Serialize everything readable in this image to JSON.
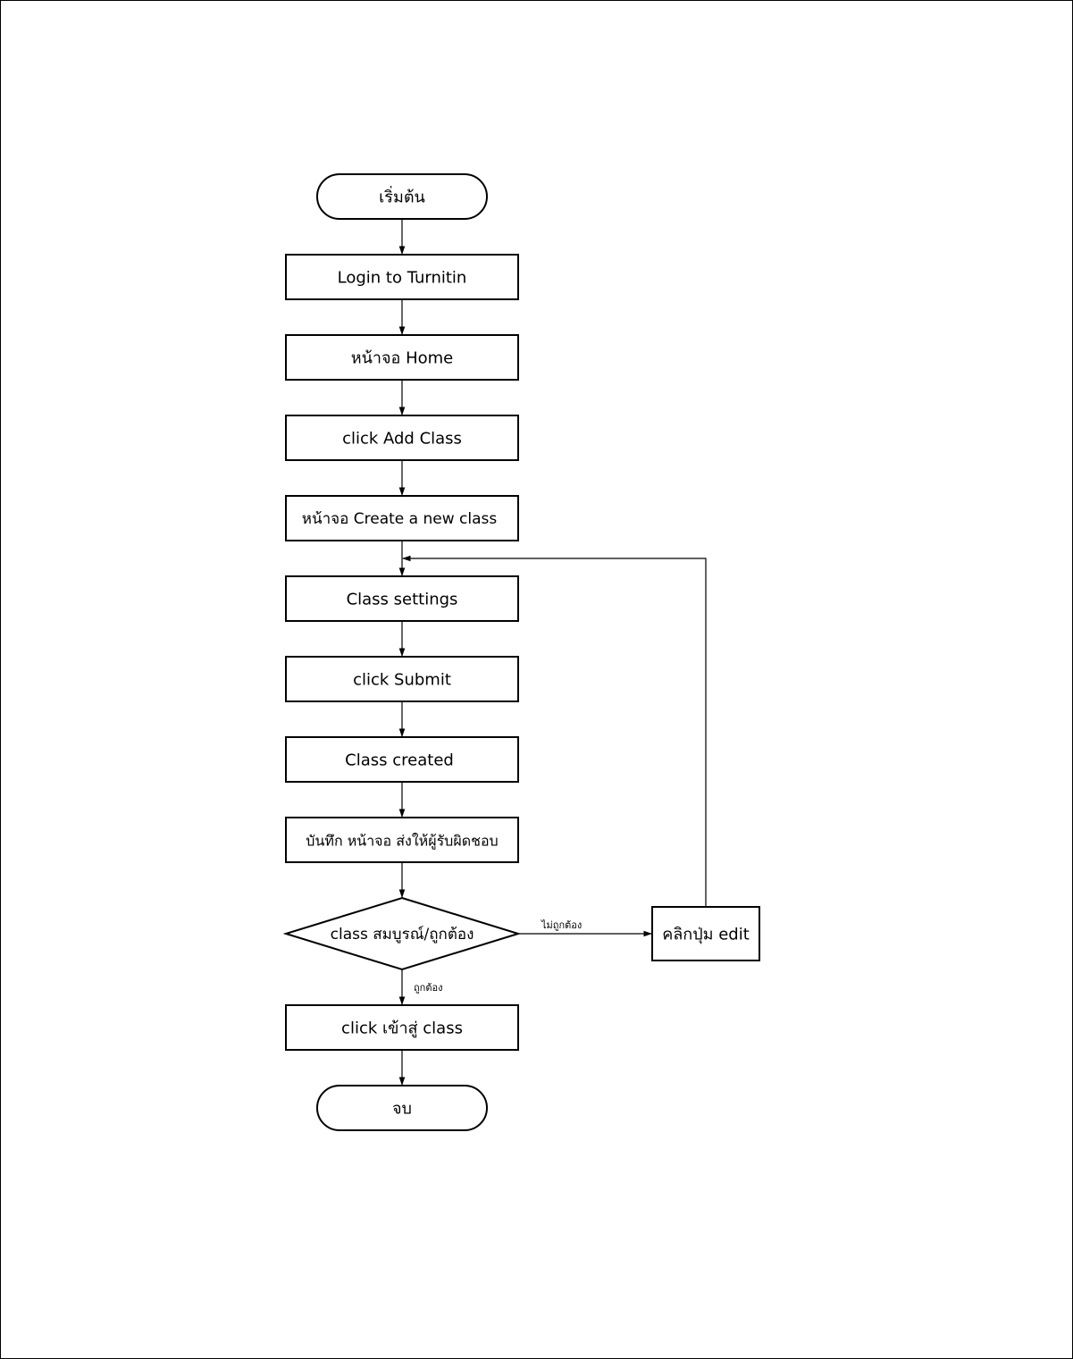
{
  "diagram": {
    "type": "flowchart",
    "nodes": [
      {
        "id": "start",
        "shape": "terminator",
        "label": "เริ่มต้น"
      },
      {
        "id": "login",
        "shape": "process",
        "label": "Login to Turnitin"
      },
      {
        "id": "home",
        "shape": "process",
        "label": "หน้าจอ Home"
      },
      {
        "id": "add_class",
        "shape": "process",
        "label": "click Add Class"
      },
      {
        "id": "create_class",
        "shape": "process",
        "label": "หน้าจอ Create a new class"
      },
      {
        "id": "settings",
        "shape": "process",
        "label": "Class settings"
      },
      {
        "id": "submit",
        "shape": "process",
        "label": "click Submit"
      },
      {
        "id": "created",
        "shape": "process",
        "label": "Class created"
      },
      {
        "id": "record",
        "shape": "process",
        "label": "บันทึก หน้าจอ ส่งให้ผู้รับผิดชอบ"
      },
      {
        "id": "check",
        "shape": "decision",
        "label": "class สมบูรณ์/ถูกต้อง"
      },
      {
        "id": "edit",
        "shape": "process",
        "label": "คลิกปุ่ม edit"
      },
      {
        "id": "enter",
        "shape": "process",
        "label": "click เข้าสู่ class"
      },
      {
        "id": "end",
        "shape": "terminator",
        "label": "จบ"
      }
    ],
    "edges": [
      {
        "from": "start",
        "to": "login",
        "label": ""
      },
      {
        "from": "login",
        "to": "home",
        "label": ""
      },
      {
        "from": "home",
        "to": "add_class",
        "label": ""
      },
      {
        "from": "add_class",
        "to": "create_class",
        "label": ""
      },
      {
        "from": "create_class",
        "to": "settings",
        "label": ""
      },
      {
        "from": "settings",
        "to": "submit",
        "label": ""
      },
      {
        "from": "submit",
        "to": "created",
        "label": ""
      },
      {
        "from": "created",
        "to": "record",
        "label": ""
      },
      {
        "from": "record",
        "to": "check",
        "label": ""
      },
      {
        "from": "check",
        "to": "edit",
        "label": "ไม่ถูกต้อง"
      },
      {
        "from": "check",
        "to": "enter",
        "label": "ถูกต้อง"
      },
      {
        "from": "edit",
        "to": "settings",
        "label": ""
      },
      {
        "from": "enter",
        "to": "end",
        "label": ""
      }
    ]
  }
}
